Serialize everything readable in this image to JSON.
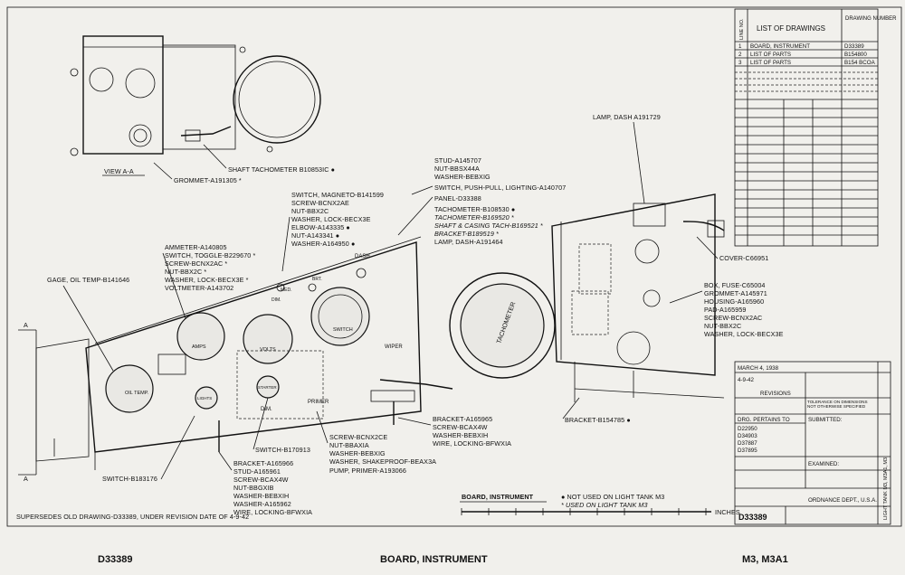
{
  "title_block": {
    "drawing_no": "D33389",
    "title": "BOARD, INSTRUMENT",
    "vehicle": "M3, M3A1",
    "date": "MARCH 4, 1938",
    "revision": "4-9-42",
    "revisions_label": "REVISIONS",
    "tolerance_note": "TOLERANCE ON DIMENSIONS NOT OTHERWISE SPECIFIED",
    "drg_pertains_to": "DRG. PERTAINS TO",
    "pertains_list": [
      "D22950",
      "D34903",
      "D37887",
      "D37895"
    ],
    "submitted": "SUBMITTED:",
    "examined": "EXAMINED:",
    "ordnance": "ORDNANCE DEPT., U.S.A.",
    "drawing_no_box": "D33389",
    "side_text": "LIGHT TANK M3, M3A1, M3"
  },
  "supersedes_note": "SUPERSEDES OLD DRAWING-D33389, UNDER REVISION DATE OF 4-9-42",
  "legend": {
    "board_label": "BOARD, INSTRUMENT",
    "not_used": "● NOT USED ON LIGHT TANK M3",
    "used_on": "* USED ON LIGHT TANK M3",
    "inches": "INCHES"
  },
  "drawings_table": {
    "header_line": "LINE NO.",
    "header_list": "LIST OF DRAWINGS",
    "header_drawing": "DRAWING NUMBER",
    "rows": [
      {
        "no": "1",
        "desc": "BOARD, INSTRUMENT",
        "num": "D33389"
      },
      {
        "no": "2",
        "desc": "LIST OF PARTS",
        "num": "B154800"
      },
      {
        "no": "3",
        "desc": "LIST OF PARTS",
        "num": "B154 BCOA"
      }
    ]
  },
  "view_label": "VIEW A-A",
  "labels": {
    "shaft_tach": "SHAFT TACHOMETER B10853IC ●",
    "grommet_top": "GROMMET-A191305 *",
    "lamp_dash_top": "LAMP, DASH A191729",
    "stud": "STUD-A145707",
    "nut_bbs": "NUT-BBSX44A",
    "washer_bebxig": "WASHER-BEBXIG",
    "switch_push": "SWITCH, PUSH-PULL, LIGHTING-A140707",
    "panel": "PANEL-D33388",
    "tach_b108530": "TACHOMETER-B108530 ●",
    "tach_b169520": "TACHOMETER-B169520 *",
    "shaft_casing": "SHAFT & CASING TACH-B169521 *",
    "bracket_b189519": "BRACKET-B189519 *",
    "lamp_dash_mid": "LAMP, DASH-A191464",
    "switch_magneto": "SWITCH, MAGNETO-B141599",
    "screw_bcnx2ae": "SCREW-BCNX2AE",
    "nut_bbx2c": "NUT-BBX2C",
    "washer_lock_mag": "WASHER, LOCK-BECX3E",
    "elbow": "ELBOW-A143335 ●",
    "nut_a143341": "NUT-A143341 ●",
    "washer_a164950": "WASHER-A164950 ●",
    "ammeter": "AMMETER-A140805",
    "switch_toggle": "SWITCH, TOGGLE-B229670 *",
    "screw_bcnx2ac": "SCREW-BCNX2AC *",
    "nut_bbx2c2": "NUT-BBX2C *",
    "washer_lock_amm": "WASHER, LOCK-BECX3E *",
    "voltmeter": "VOLTMETER-A143702",
    "gage_oil": "GAGE, OIL TEMP-B141646",
    "cover": "COVER-C66951",
    "box_fuse": "BOX, FUSE-C65004",
    "grommet_a145971": "GROMMET-A145971",
    "housing": "HOUSING-A165960",
    "pad": "PAD-A165959",
    "screw_bcnx2ac_r": "SCREW-BCNX2AC",
    "nut_bbx2c_r": "NUT-BBX2C",
    "washer_lock_r": "WASHER, LOCK-BECX3E",
    "bracket_b154785": "BRACKET-B154785 ●",
    "bracket_a165965": "BRACKET-A165965",
    "screw_bcax4w": "SCREW-BCAX4W",
    "washer_bebxih": "WASHER-BEBXIH",
    "wire_locking": "WIRE, LOCKING-BFWXIA",
    "screw_bcnx2ce": "SCREW-BCNX2CE",
    "nut_bbaxia": "NUT-BBAXIA",
    "washer_bebxig2": "WASHER-BEBXIG",
    "washer_shake": "WASHER, SHAKEPROOF-BEAX3A",
    "pump_primer": "PUMP, PRIMER-A193066",
    "switch_b170913": "SWITCH-B170913",
    "bracket_a165966": "BRACKET-A165966",
    "stud_a165961": "STUD-A165961",
    "screw_bcax4w2": "SCREW-BCAX4W",
    "nut_bbgxib": "NUT-BBGXIB",
    "washer_bebxih2": "WASHER-BEBXIH",
    "washer_a165962": "WASHER-A165962",
    "wire_locking2": "WIRE, LOCKING-BFWXIA",
    "switch_b183176": "SWITCH-B183176",
    "section_a": "A"
  },
  "gauge_faces": {
    "amps": "AMPS",
    "volts": "VOLTS",
    "oil_temp": "OIL TEMP.",
    "switch": "SWITCH",
    "lights": "LIGHTS",
    "starter": "STARTER",
    "tachometer": "TACHOMETER",
    "primer": "PRIMER",
    "wiper": "WIPER",
    "dash": "DASH",
    "dim": "DIM.",
    "dim2": "DIM.",
    "med": "MED.",
    "brt": "BRT."
  },
  "footer": {
    "left": "D33389",
    "center": "BOARD, INSTRUMENT",
    "right": "M3, M3A1"
  }
}
